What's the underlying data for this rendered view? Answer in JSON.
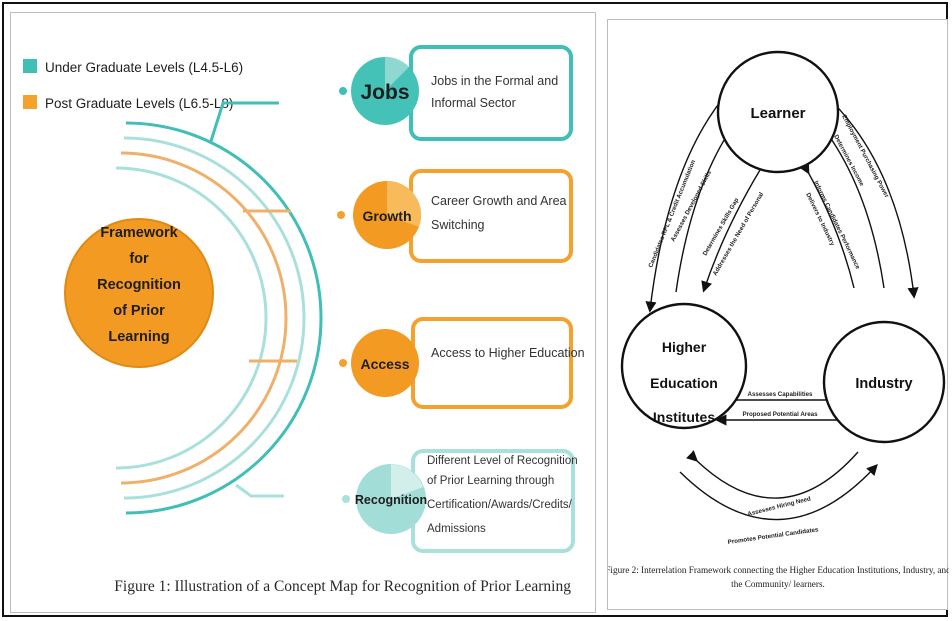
{
  "colors": {
    "teal": "#3fbfb6",
    "teal_light": "#a9e0dc",
    "orange": "#f5a12d",
    "orange_dark": "#ef941a",
    "orange_line": "#efb06a",
    "ink": "#1e1e1e"
  },
  "figure1": {
    "legend": [
      {
        "label": "Under Graduate Levels  (L4.5-L6)",
        "color": "#3fbfb6"
      },
      {
        "label": "Post Graduate Levels (L6.5-L8)",
        "color": "#f5a12d"
      }
    ],
    "center_lines": [
      "Framework",
      "for",
      "Recognition",
      "of Prior",
      "Learning"
    ],
    "items": [
      {
        "title": "Jobs",
        "desc_lines": [
          "Jobs in the Formal and",
          "Informal Sector"
        ]
      },
      {
        "title": "Growth",
        "desc_lines": [
          "Career Growth and Area",
          "Switching"
        ]
      },
      {
        "title": "Access",
        "desc_lines": [
          "Access to Higher Education"
        ]
      },
      {
        "title": "Recognition",
        "desc_lines": [
          "Different Level of  Recognition",
          "of Prior Learning through",
          "Certification/Awards/Credits/",
          "Admissions"
        ]
      }
    ],
    "caption": "Figure 1: Illustration of a Concept Map for Recognition of Prior Learning"
  },
  "figure2": {
    "nodes": {
      "learner": "Learner",
      "hei_lines": [
        "Higher",
        "Education",
        "Institutes"
      ],
      "industry": "Industry"
    },
    "edge_labels": {
      "left_outer": "Candidates RPL & Credit Accumulation",
      "left_mid": "Assesses Developed Skills",
      "left_inner1": "Determines Skills Gap",
      "left_inner2": "Addresses the Need of Personal",
      "right_outer": "Employment Purchasing Power",
      "right_mid": "Determines Income",
      "right_inner1": "Informs Candidates Performance",
      "right_inner2": "Delivers to Industry",
      "middle_top": "Assesses Capabilities",
      "middle_bottom": "Proposed Potential Areas",
      "bottom_inner": "Assesses Hiring Need",
      "bottom_outer": "Promotes Potential Candidates"
    },
    "caption_lines": [
      "Figure 2: Interrelation Framework connecting the Higher Education Institutions, Industry, and",
      "the Community/ learners."
    ]
  }
}
